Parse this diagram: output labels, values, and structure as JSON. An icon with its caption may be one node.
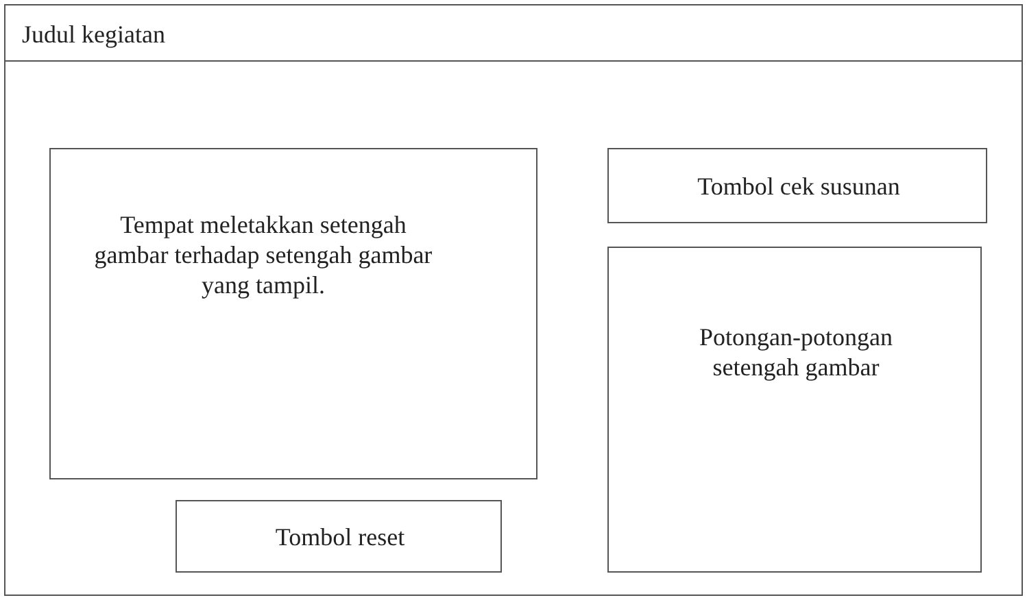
{
  "diagram": {
    "nodes": [
      {
        "text": [
          "Judul kegiatan"
        ]
      },
      {
        "text": [
          "Tempat meletakkan setengah gambar terhadap setengah gambar yang tampil."
        ],
        "in": 0
      },
      {
        "text": [
          "Tombol reset"
        ],
        "in": 0
      },
      {
        "text": [
          "Tombol cek susunan"
        ],
        "in": 0
      },
      {
        "text": [
          "Potongan-potongan setengah gambar"
        ],
        "in": 0
      }
    ]
  }
}
